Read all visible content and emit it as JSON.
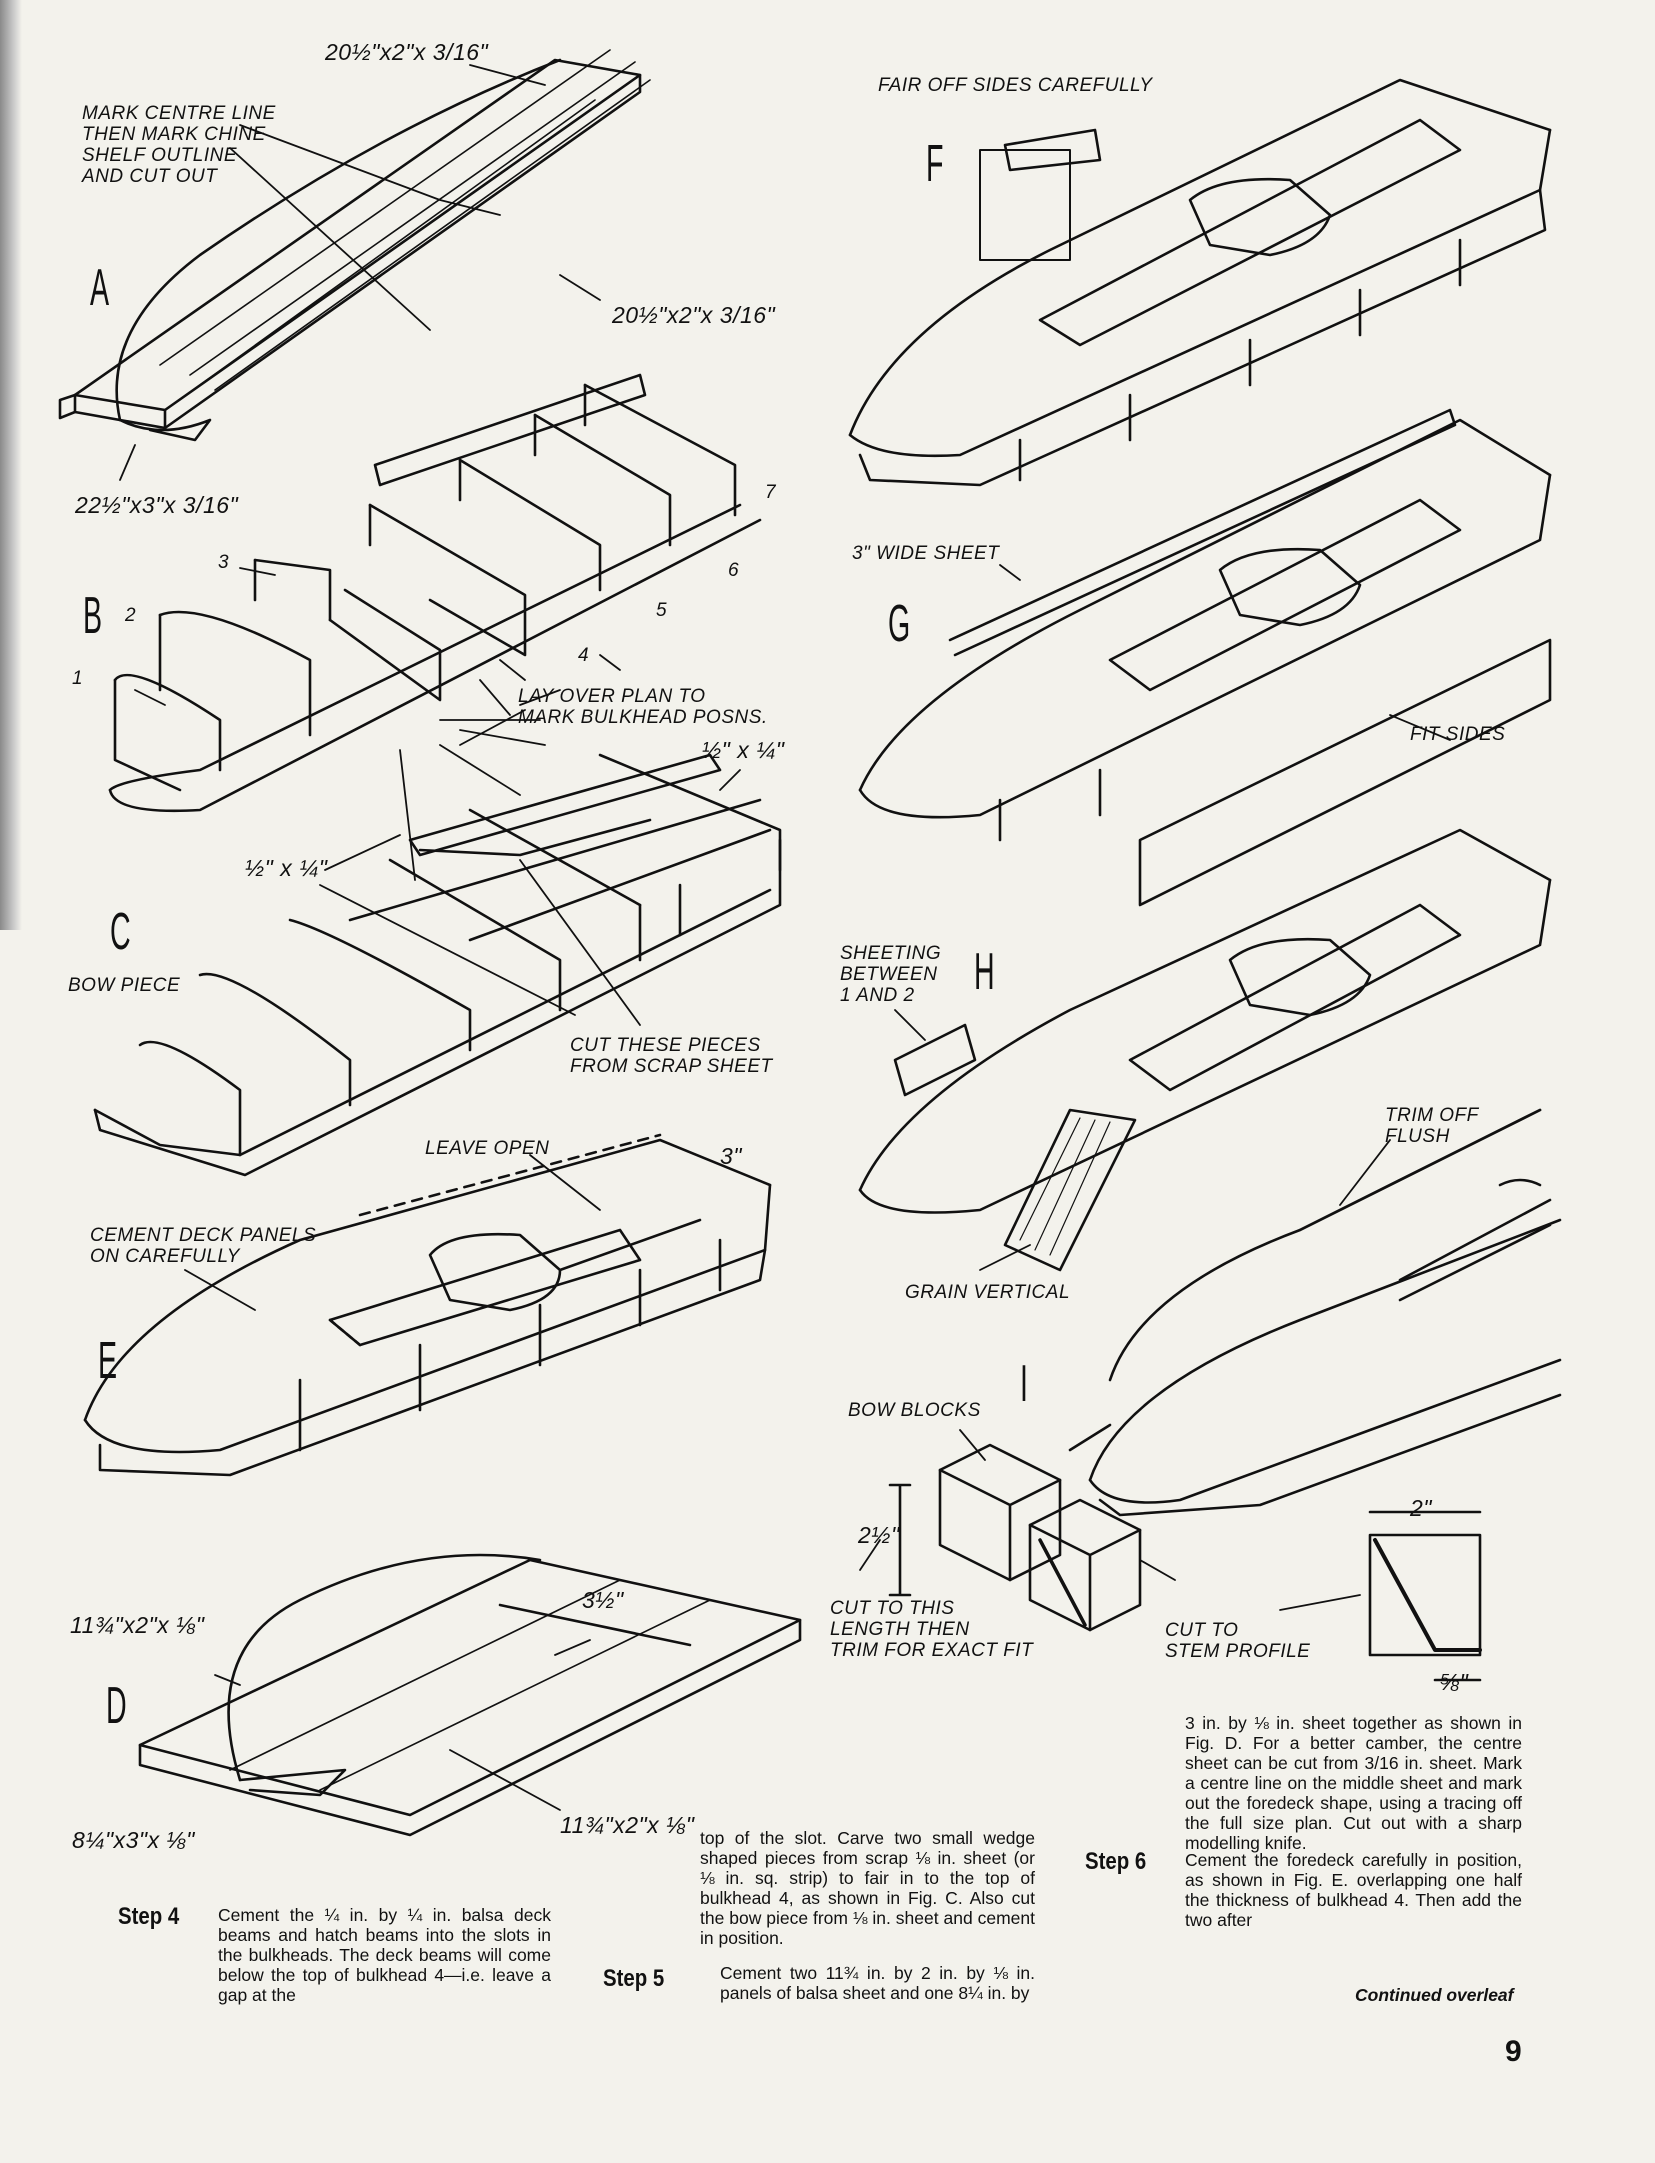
{
  "figures": {
    "A": {
      "letter": "A",
      "labels": [
        "MARK CENTRE LINE\nTHEN MARK CHINE\nSHELF OUTLINE\nAND CUT OUT"
      ],
      "dims": [
        "20½\"x2\"x 3/16\"",
        "20½\"x2\"x 3/16\"",
        "22½\"x3\"x 3/16\""
      ]
    },
    "B": {
      "letter": "B",
      "labels": [
        "LAY OVER PLAN TO\nMARK BULKHEAD POSNS."
      ],
      "numbers": [
        "1",
        "2",
        "3",
        "4",
        "5",
        "6",
        "7"
      ]
    },
    "C": {
      "letter": "C",
      "labels": [
        "BOW PIECE",
        "CUT THESE PIECES\nFROM SCRAP SHEET"
      ],
      "dims": [
        "½\" x ¼\"",
        "½\" x ¼\""
      ]
    },
    "D": {
      "letter": "D",
      "dims": [
        "11¾\"x2\"x ⅛\"",
        "3½\"",
        "8¼\"x3\"x ⅛\"",
        "11¾\"x2\"x ⅛\""
      ]
    },
    "E": {
      "letter": "E",
      "labels": [
        "LEAVE OPEN",
        "CEMENT DECK PANELS\nON CAREFULLY"
      ],
      "dims": [
        "3\""
      ]
    },
    "F": {
      "letter": "F",
      "labels": [
        "FAIR OFF SIDES CAREFULLY"
      ]
    },
    "G": {
      "letter": "G",
      "labels": [
        "3\" WIDE SHEET",
        "FIT SIDES"
      ]
    },
    "H": {
      "letter": "H",
      "labels": [
        "SHEETING\nBETWEEN\n1 AND 2",
        "TRIM OFF\nFLUSH",
        "GRAIN VERTICAL"
      ]
    },
    "I": {
      "letter": "I",
      "labels": [
        "BOW BLOCKS",
        "CUT TO THIS\nLENGTH THEN\nTRIM FOR EXACT FIT",
        "CUT TO\nSTEM PROFILE"
      ],
      "dims": [
        "2½\"",
        "2\"",
        "⅝\""
      ]
    }
  },
  "text": {
    "step4_label": "Step 4",
    "step4": "Cement the ¼ in. by ¼ in. balsa deck beams and hatch beams into the slots in the bulkheads. The deck beams will come below the top of bulkhead 4—i.e. leave a gap at the",
    "step5_cont": "top of the slot. Carve two small wedge shaped pieces from scrap ⅛ in. sheet (or ⅛ in. sq. strip) to fair in to the top of bulkhead 4, as shown in Fig. C. Also cut the bow piece from ⅛ in. sheet and cement in position.",
    "step5_label": "Step 5",
    "step5": "Cement two 11¾ in. by 2 in. by ⅛ in. panels of balsa sheet and one 8¼ in. by",
    "step6_pre": "3 in. by ⅛ in. sheet together as shown in Fig. D. For a better camber, the centre sheet can be cut from 3/16 in. sheet. Mark a centre line on the middle sheet and mark out the foredeck shape, using a tracing off the full size plan. Cut out with a sharp modelling knife.",
    "step6_label": "Step 6",
    "step6": "Cement the foredeck carefully in position, as shown in Fig. E. overlapping one half the thickness of bulkhead 4. Then add the two after",
    "continued": "Continued overleaf",
    "page_number": "9"
  }
}
